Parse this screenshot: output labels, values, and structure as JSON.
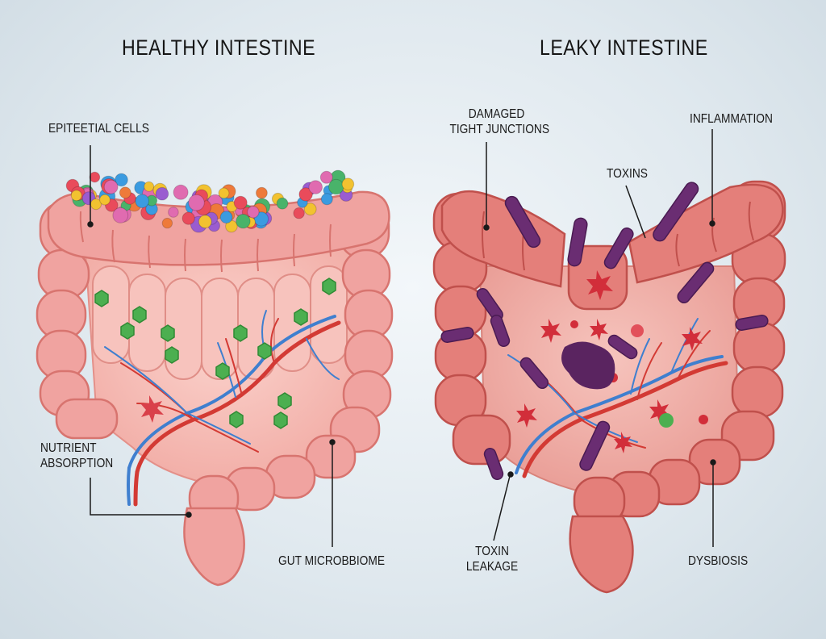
{
  "panels": {
    "healthy": {
      "title": "HEALTHY INTESTINE",
      "labels": {
        "epithelial": "EPITEETIAL CELLS",
        "nutrient_line1": "NUTRIENT",
        "nutrient_line2": "ABSORPTION",
        "microbiome": "GUT MICROBBIOME"
      }
    },
    "leaky": {
      "title": "LEAKY INTESTINE",
      "labels": {
        "junctions_line1": "DAMAGED",
        "junctions_line2": "TIGHT JUNCTIONS",
        "inflammation": "INFLAMMATION",
        "toxins": "TOXINS",
        "leakage_line1": "TOXIN",
        "leakage_line2": "LEAKAGE",
        "dysbiosis": "DYSBIOSIS"
      }
    }
  },
  "colors": {
    "healthy_tissue": "#f0a3a0",
    "healthy_outline": "#d8746f",
    "leaky_tissue": "#e47f7a",
    "leaky_outline": "#c0504c",
    "interior": "#f6c3bd",
    "artery": "#d33a34",
    "vein": "#3f7fcf",
    "nutrient": "#4caf50",
    "toxin": "#6a2d72",
    "microbe_palette": [
      "#e94b5b",
      "#3b9be0",
      "#f2c230",
      "#9a5cd0",
      "#49b36a",
      "#ee7a3a",
      "#e06bb0"
    ]
  }
}
